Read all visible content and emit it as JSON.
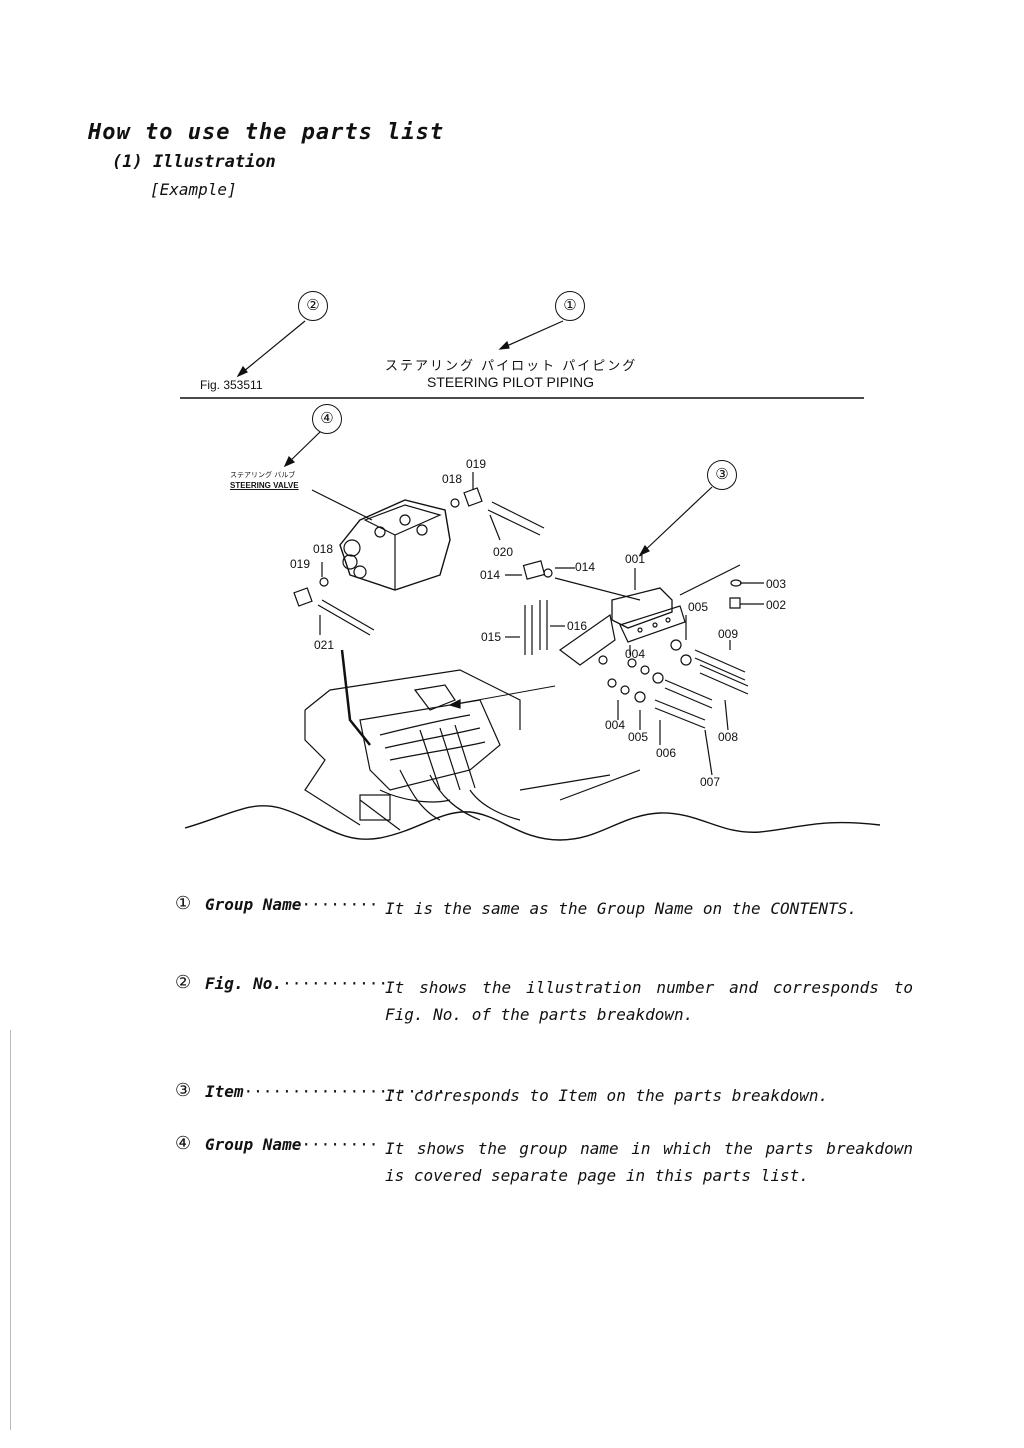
{
  "header": {
    "title": "How to use the parts list",
    "subtitle": "(1) Illustration",
    "example": "[Example]"
  },
  "figure": {
    "fig_no": "Fig. 353511",
    "group_name_jp": "ステアリング パイロット パイピング",
    "group_name": "STEERING PILOT PIPING",
    "sub_group_jp": "ステアリング バルブ",
    "sub_group": "STEERING VALVE",
    "callouts": [
      "①",
      "②",
      "③",
      "④"
    ],
    "part_labels": {
      "p001": "001",
      "p002": "002",
      "p003": "003",
      "p004a": "004",
      "p004b": "004",
      "p005a": "005",
      "p005b": "005",
      "p006": "006",
      "p007": "007",
      "p008": "008",
      "p009": "009",
      "p014a": "014",
      "p014b": "014",
      "p015": "015",
      "p016": "016",
      "p018a": "018",
      "p018b": "018",
      "p019a": "019",
      "p019b": "019",
      "p020": "020",
      "p021": "021"
    }
  },
  "legend": [
    {
      "num": "①",
      "term": "Group Name",
      "dots": "········",
      "desc": "It is the same as the Group Name on the CONTENTS."
    },
    {
      "num": "②",
      "term": "Fig. No.",
      "dots": "···········",
      "desc": "It shows the illustration number and corresponds to Fig. No. of the parts breakdown."
    },
    {
      "num": "③",
      "term": "Item",
      "dots": "·····················",
      "desc": "It corresponds to Item on the parts breakdown."
    },
    {
      "num": "④",
      "term": "Group Name",
      "dots": "········",
      "desc": "It shows the group name in which the parts breakdown is covered separate page in this parts list."
    }
  ]
}
